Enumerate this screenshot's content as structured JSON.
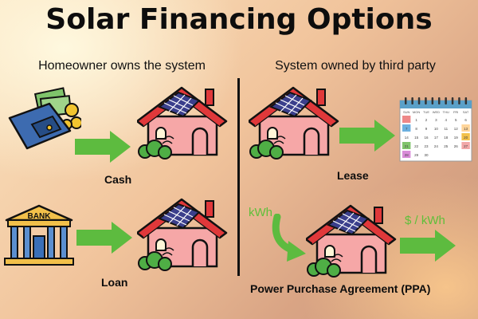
{
  "title": "Solar Financing Options",
  "sections": {
    "left_heading": "Homeowner owns the system",
    "right_heading": "System owned by third party"
  },
  "options": {
    "cash": "Cash",
    "loan": "Loan",
    "lease": "Lease",
    "ppa": "Power Purchase Agreement (PPA)"
  },
  "bank_sign": "BANK",
  "annotations": {
    "kwh_in": "kWh",
    "price_out": "$ / kWh"
  },
  "calendar": {
    "days": [
      "SUN",
      "MON",
      "TUE",
      "WED",
      "THU",
      "FRI",
      "SAT"
    ],
    "weeks": [
      [
        "",
        "1",
        "2",
        "3",
        "4",
        "5",
        "6"
      ],
      [
        "7",
        "8",
        "9",
        "10",
        "11",
        "12",
        "13"
      ],
      [
        "14",
        "15",
        "16",
        "17",
        "18",
        "19",
        "20"
      ],
      [
        "21",
        "22",
        "23",
        "24",
        "25",
        "26",
        "27"
      ],
      [
        "28",
        "29",
        "30",
        "",
        "",
        "",
        ""
      ]
    ]
  },
  "colors": {
    "arrow_green": "#5dbb3f",
    "roof_red": "#e0383a",
    "house_pink": "#f6a7a7",
    "panel_navy": "#3b3f8c",
    "bush_green": "#4fae45"
  }
}
